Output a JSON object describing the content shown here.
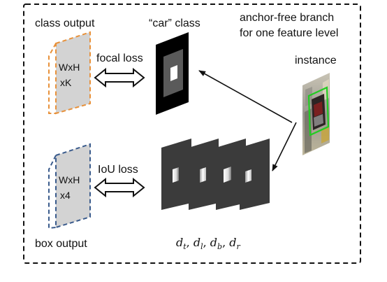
{
  "branch_title": {
    "line1": "anchor-free branch",
    "line2": "for one feature level"
  },
  "class_output": {
    "label": "class output",
    "dims_line1": "WxH",
    "dims_line2": "xK",
    "border_color": "#e8913a"
  },
  "box_output": {
    "label": "box output",
    "dims_line1": "WxH",
    "dims_line2": "x4",
    "border_color": "#3a5b8c"
  },
  "car_class": {
    "label": "“car” class"
  },
  "losses": {
    "focal": "focal loss",
    "iou": "IoU loss"
  },
  "instance": {
    "label": "instance",
    "box_color": "#22cc22"
  },
  "distances": {
    "d": "d",
    "t": "t",
    "l": "l",
    "b": "b",
    "r": "r",
    "sep": ", "
  },
  "colors": {
    "slab_fill": "#3b3b3b",
    "frame_border": "#111111",
    "output_fill": "#d3d3d3"
  }
}
